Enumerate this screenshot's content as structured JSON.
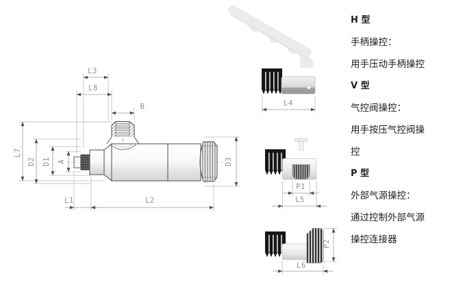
{
  "diagram": {
    "main_view": {
      "dims": {
        "l1": "L1",
        "l2": "L2",
        "l3": "L3",
        "l8": "L8",
        "b": "B",
        "l7": "L7",
        "d2": "D2",
        "d1": "D1",
        "a": "A",
        "d3": "D3"
      }
    },
    "h_view": {
      "dims": {
        "l4": "L4"
      }
    },
    "v_view": {
      "dims": {
        "p1": "P1",
        "l5": "L5"
      }
    },
    "p_view": {
      "dims": {
        "p2": "P2",
        "l6": "L6"
      }
    }
  },
  "legend": {
    "rows": [
      {
        "text": "H 型",
        "bold": true
      },
      {
        "text": "手柄操控：",
        "bold": false
      },
      {
        "text": "用手压动手柄操控",
        "bold": false
      },
      {
        "text": "V 型",
        "bold": true
      },
      {
        "text": "气控阀操控：",
        "bold": false
      },
      {
        "text": "用手按压气控阀操",
        "bold": false
      },
      {
        "text": "控",
        "bold": false
      },
      {
        "text": "P 型",
        "bold": true
      },
      {
        "text": "外部气源操控：",
        "bold": false
      },
      {
        "text": "通过控制外部气源",
        "bold": false
      },
      {
        "text": "操控连接器",
        "bold": false
      }
    ]
  },
  "colors": {
    "background": "#ffffff",
    "outline": "#4a4a4a",
    "dimension_line": "#9a9a9a",
    "dimension_text": "#8f8f8f",
    "barb_black": "#161616",
    "handle_gray": "#ebebeb",
    "metal_light": "#f5f5f5",
    "metal_shade": "#d7d7d7",
    "legend_text": "#1d1d1d"
  }
}
